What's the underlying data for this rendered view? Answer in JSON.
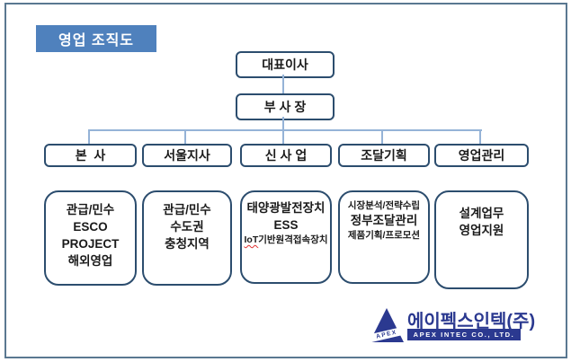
{
  "slide": {
    "title": "영업 조직도"
  },
  "chart": {
    "ceo": "대표이사",
    "vice_president": "부 사 장",
    "departments": [
      {
        "label": "본  사",
        "lines": [
          {
            "text": "관급/민수"
          },
          {
            "text": "ESCO"
          },
          {
            "text": "PROJECT"
          },
          {
            "text": "해외영업"
          }
        ]
      },
      {
        "label": "서울지사",
        "lines": [
          {
            "text": "관급/민수"
          },
          {
            "text": "수도권"
          },
          {
            "text": "충청지역"
          }
        ]
      },
      {
        "label": "신 사 업",
        "lines": [
          {
            "text": "태양광발전장치"
          },
          {
            "text": "ESS"
          },
          {
            "prefix": "IoT",
            "text": "기반원격접속장치",
            "small": true
          }
        ]
      },
      {
        "label": "조달기획",
        "lines": [
          {
            "text": "시장분석/전략수립",
            "small": true
          },
          {
            "text": "정부조달관리"
          },
          {
            "text": "제품기획/프로모션",
            "small": true
          }
        ]
      },
      {
        "label": "영업관리",
        "lines": [
          {
            "text": "설계업무"
          },
          {
            "text": "영업지원"
          }
        ]
      }
    ]
  },
  "logo": {
    "symbol_text": "APEX",
    "company_name_ko": "에이펙스인텍(주)",
    "company_name_en": "APEX INTEC CO., LTD."
  },
  "colors": {
    "title_bg": "#4f81bd",
    "box_border": "#2c4d6e",
    "connector": "#95b3d7",
    "frame_border": "#5a7891",
    "logo_navy": "#2b3990",
    "misspell_underline": "#e03030"
  }
}
